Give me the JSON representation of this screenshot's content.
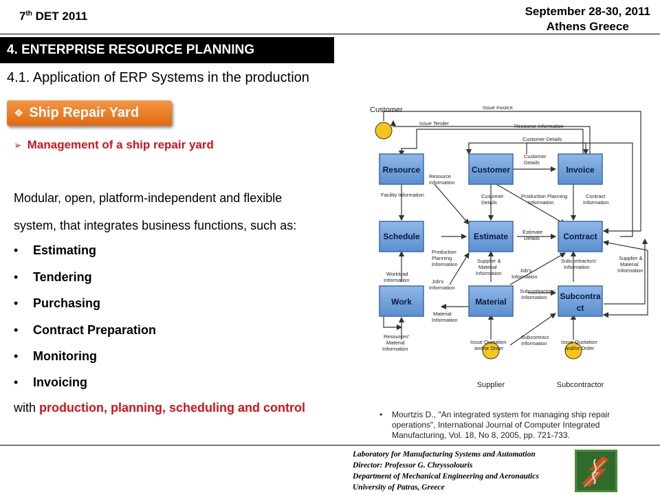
{
  "header": {
    "conference_num": "7",
    "conference_sup": "th",
    "conference_name": "DET 2011",
    "date": "September 28-30, 2011",
    "location": "Athens Greece"
  },
  "section_title": "4. ENTERPRISE RESOURCE PLANNING",
  "subsection_title": "4.1. Application of ERP Systems in the production",
  "topic_button": {
    "symbol": "❖",
    "label": "Ship Repair Yard"
  },
  "highlight_item": {
    "symbol": "➢",
    "label": "Management of a ship repair yard"
  },
  "description_line1": "Modular, open, platform-independent and flexible",
  "description_line2": "system, that integrates business functions, such as:",
  "functions": [
    "Estimating",
    "Tendering",
    "Purchasing",
    "Contract Preparation",
    "Monitoring",
    "Invoicing"
  ],
  "closing": {
    "prefix": "with ",
    "highlight": "production, planning, scheduling and control"
  },
  "reference": {
    "bullet": "•",
    "text": "Mourtzis D., \"An integrated system for managing ship repair operations\", International Journal of Computer Integrated Manufacturing, Vol. 18, No 8, 2005, pp. 721-733."
  },
  "diagram": {
    "actors": {
      "customer": "Customer",
      "supplier": "Supplier",
      "subcontractor": "Subcontractor"
    },
    "boxes": {
      "resource": "Resource",
      "customer": "Customer",
      "invoice": "Invoice",
      "schedule": "Schedule",
      "estimate": "Estimate",
      "contract": "Contract",
      "work": "Work",
      "material": "Material",
      "subcontract_1": "Subcontra",
      "subcontract_2": "ct"
    },
    "labels": {
      "issue_invoice": "Issue Invoice",
      "issue_tender": "Issue Tender",
      "resource_information": "Resource Information",
      "customer_details_top": "Customer Details",
      "customer_details_mid_1": "Customer",
      "customer_details_mid_2": "Details",
      "resource_info_1": "Resource",
      "resource_info_2": "Information",
      "facility_information": "Facility Information",
      "cust_details_low_1": "Customer",
      "cust_details_low_2": "Details",
      "production_planning_info_1": "Production Planning",
      "production_planning_info_2": "Information",
      "contract_info_1": "Contract",
      "contract_info_2": "Information",
      "estimate_details_1": "Estimate",
      "estimate_details_2": "Details",
      "prod_plan_info_1": "Production",
      "prod_plan_info_2": "Planning",
      "prod_plan_info_3": "Information",
      "supplier_material_mid_1": "Supplier &",
      "supplier_material_mid_2": "Material",
      "supplier_material_mid_3": "Information",
      "subcontractors_info_1": "Subcontractors'",
      "subcontractors_info_2": "Information",
      "supplier_material_right_1": "Supplier &",
      "supplier_material_right_2": "Material",
      "supplier_material_right_3": "Information",
      "workload_info_1": "Workload",
      "workload_info_2": "Information",
      "jobs_info_left_1": "Job's",
      "jobs_info_left_2": "Information",
      "jobs_info_mid_1": "Job's",
      "jobs_info_mid_2": "Information",
      "subcontractors_info_low_1": "Subcontractors'",
      "subcontractors_info_low_2": "Information",
      "material_info_1": "Material",
      "material_info_2": "Information",
      "resources_material_info_1": "Resources'",
      "resources_material_info_2": "Material",
      "resources_material_info_3": "Information",
      "issue_quotation_left_1": "Issue Quotation",
      "issue_quotation_left_2": "and/or Order",
      "subcontract_information_1": "Subcontract",
      "subcontract_information_2": "Information",
      "issue_quotation_right_1": "Issue Quotation",
      "issue_quotation_right_2": "and/or Order"
    }
  },
  "footer": {
    "line1": "Laboratory for Manufacturing Systems and Automation",
    "line2": "Director: Professor G. Chryssolouris",
    "line3": "Department of Mechanical Engineering and Aeronautics",
    "line4": "University of Patras, Greece"
  },
  "colors": {
    "accent_red": "#d2121b",
    "button_orange": "#ea7a24",
    "box_blue": "#6fa2dc",
    "actor_yellow": "#f5c518"
  }
}
